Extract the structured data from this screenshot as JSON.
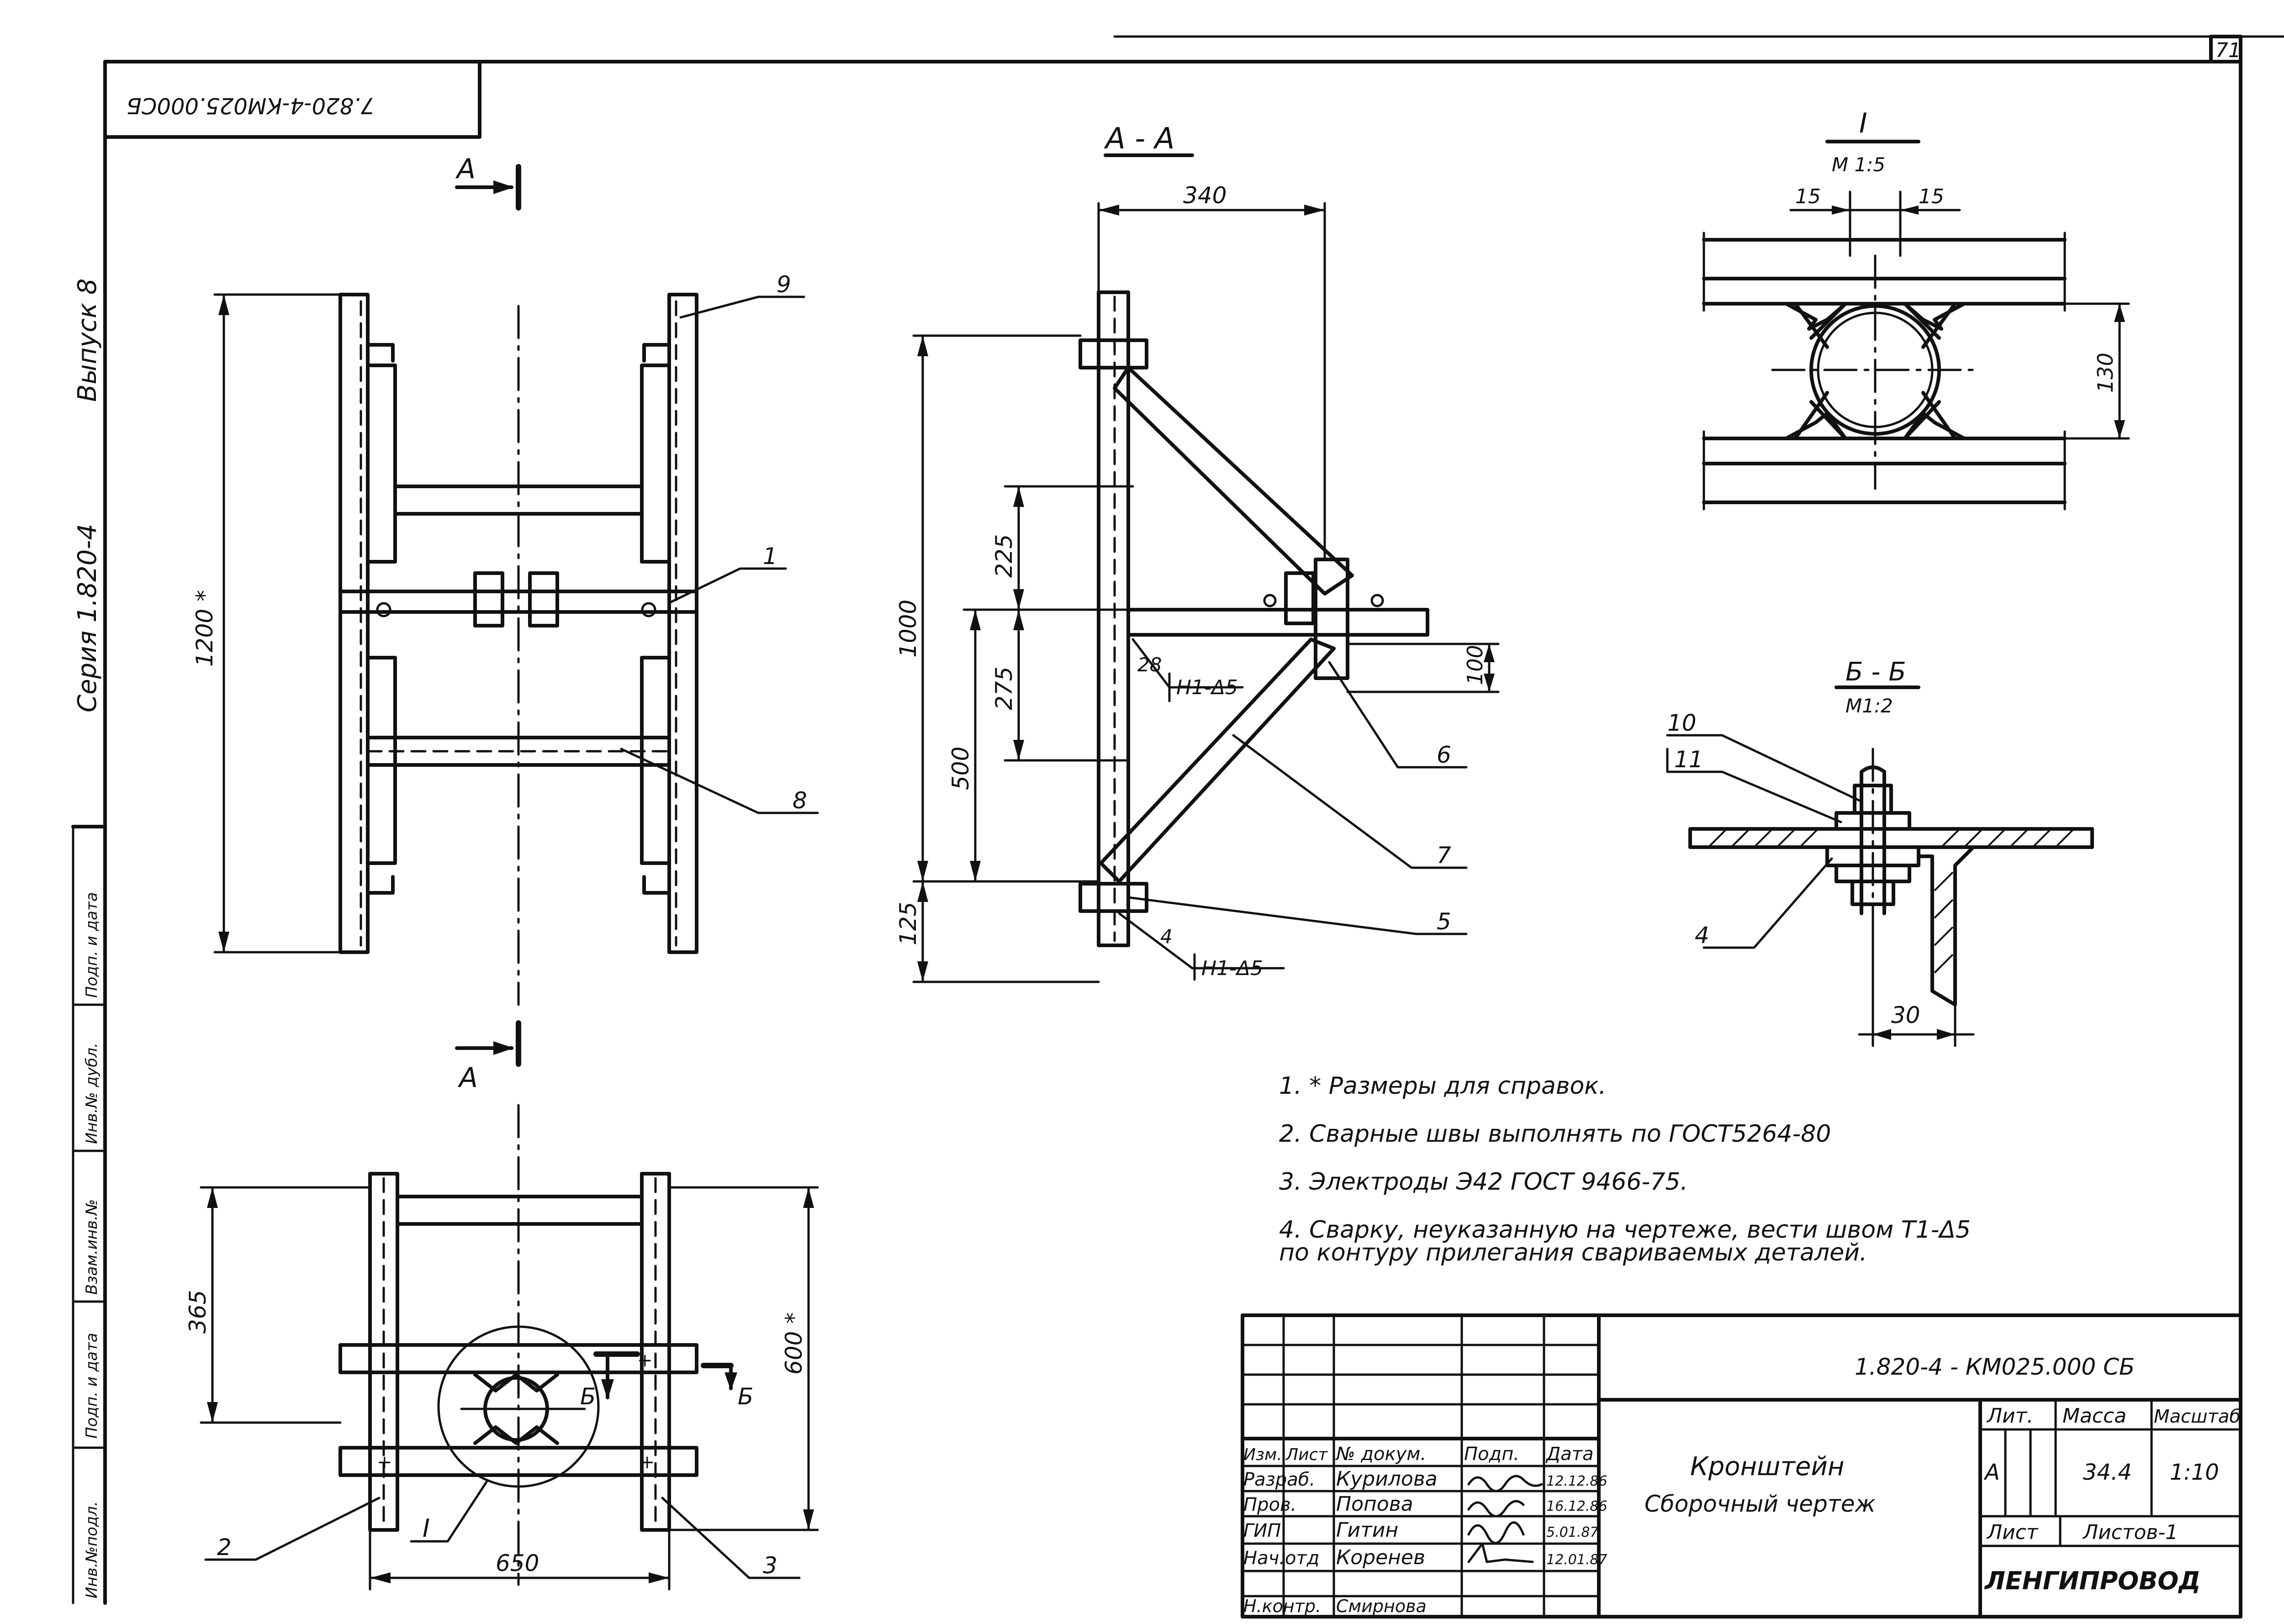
{
  "sheet": {
    "page_number": "71",
    "stamp_mirrored": "7.820-4-КМ025.000СБ",
    "side_series": "Серия 1.820-4",
    "side_issue": "Выпуск 8",
    "side_fields": [
      "Инв.№подл.",
      "Подп. и дата",
      "Взам.инв.№",
      "Инв.№ дубл.",
      "Подп. и дата"
    ]
  },
  "views": {
    "section_mark": "А",
    "section_aa_title": "А - А",
    "detail_i_title": "I",
    "detail_i_scale": "М 1:5",
    "section_bb_title": "Б - Б",
    "section_bb_scale": "М1:2",
    "section_bb_mark": "Б",
    "detail_i_mark": "I"
  },
  "dimensions": {
    "front_height": "1200 *",
    "top_365": "365",
    "top_600": "600 *",
    "top_650": "650",
    "aa_340": "340",
    "aa_1000": "1000",
    "aa_225": "225",
    "aa_275": "275",
    "aa_500": "500",
    "aa_125": "125",
    "aa_100": "100",
    "detail_15_left": "15",
    "detail_15_right": "15",
    "detail_130": "130",
    "bb_30": "30"
  },
  "welds": {
    "weld_upper": "Н1-Δ5",
    "weld_upper_leg": "28",
    "weld_lower": "Н1-Δ5",
    "weld_lower_leg": "4"
  },
  "callouts": [
    "1",
    "2",
    "3",
    "4",
    "5",
    "6",
    "7",
    "8",
    "9",
    "10",
    "11",
    "4"
  ],
  "notes": [
    "1. * Размеры для справок.",
    "2. Сварные швы выполнять по ГОСТ5264-80",
    "3. Электроды Э42 ГОСТ 9466-75.",
    "4. Сварку, неуказанную на чертеже, вести швом Т1-Δ5",
    "по контуру прилегания свариваемых деталей."
  ],
  "title_block": {
    "code": "1.820-4 - КМ025.000 СБ",
    "name_line1": "Кронштейн",
    "name_line2": "Сборочный чертеж",
    "header": [
      "Изм.",
      "Лист",
      "№ докум.",
      "Подп.",
      "Дата"
    ],
    "rows": [
      {
        "role": "Разраб.",
        "name": "Курилова",
        "date": "12.12.86"
      },
      {
        "role": "Пров.",
        "name": "Попова",
        "date": "16.12.86"
      },
      {
        "role": "ГИП",
        "name": "Гитин",
        "date": "5.01.87"
      },
      {
        "role": "Нач.отд",
        "name": "Коренев",
        "date": "12.01.87"
      },
      {
        "role": "Н.контр.",
        "name": "Смирнова",
        "date": ""
      }
    ],
    "lit_label": "Лит.",
    "mass_label": "Масса",
    "scale_label": "Масштаб",
    "lit_value": "А",
    "mass_value": "34.4",
    "scale_value": "1:10",
    "sheet_label": "Лист",
    "sheets_label": "Листов-1",
    "org": "ЛЕНГИПРОВОД"
  }
}
